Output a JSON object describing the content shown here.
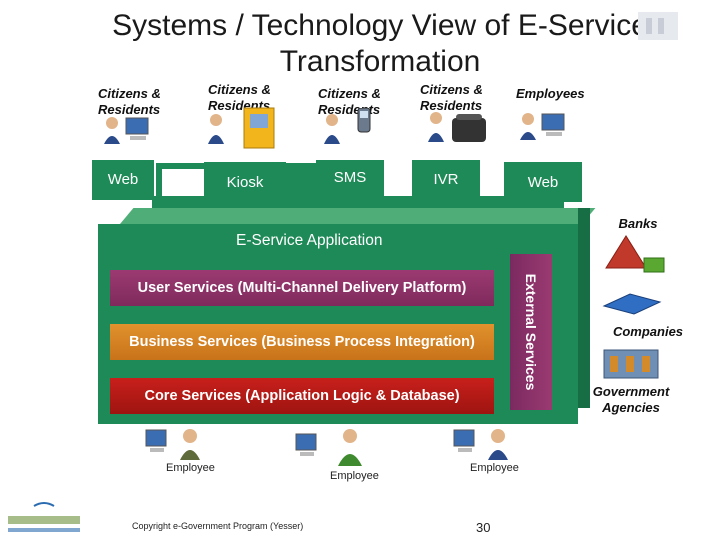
{
  "title": "Systems / Technology View of E-Service Transformation",
  "actors": [
    {
      "label": "Citizens & Residents"
    },
    {
      "label": "Citizens & Residents"
    },
    {
      "label": "Citizens & Residents"
    },
    {
      "label": "Citizens & Residents"
    },
    {
      "label": "Employees"
    }
  ],
  "channels": [
    "Web",
    "Kiosk",
    "SMS",
    "IVR",
    "Web"
  ],
  "application": {
    "label": "E-Service Application",
    "layers": {
      "user": "User Services (Multi-Channel Delivery Platform)",
      "business": "Business Services (Business Process Integration)",
      "core": "Core Services (Application Logic & Database)"
    },
    "external": "External Services"
  },
  "external_partners": {
    "banks": "Banks",
    "companies": "Companies",
    "government": "Government Agencies"
  },
  "employees": [
    "Employee",
    "Employee",
    "Employee"
  ],
  "footer": {
    "copyright": "Copyright e-Government Program (Yesser)",
    "page_number": "30"
  },
  "colors": {
    "channel_green": "#1e8a57",
    "user_layer": "#8c3166",
    "business_layer": "#d9821f",
    "core_layer": "#b51a16"
  }
}
